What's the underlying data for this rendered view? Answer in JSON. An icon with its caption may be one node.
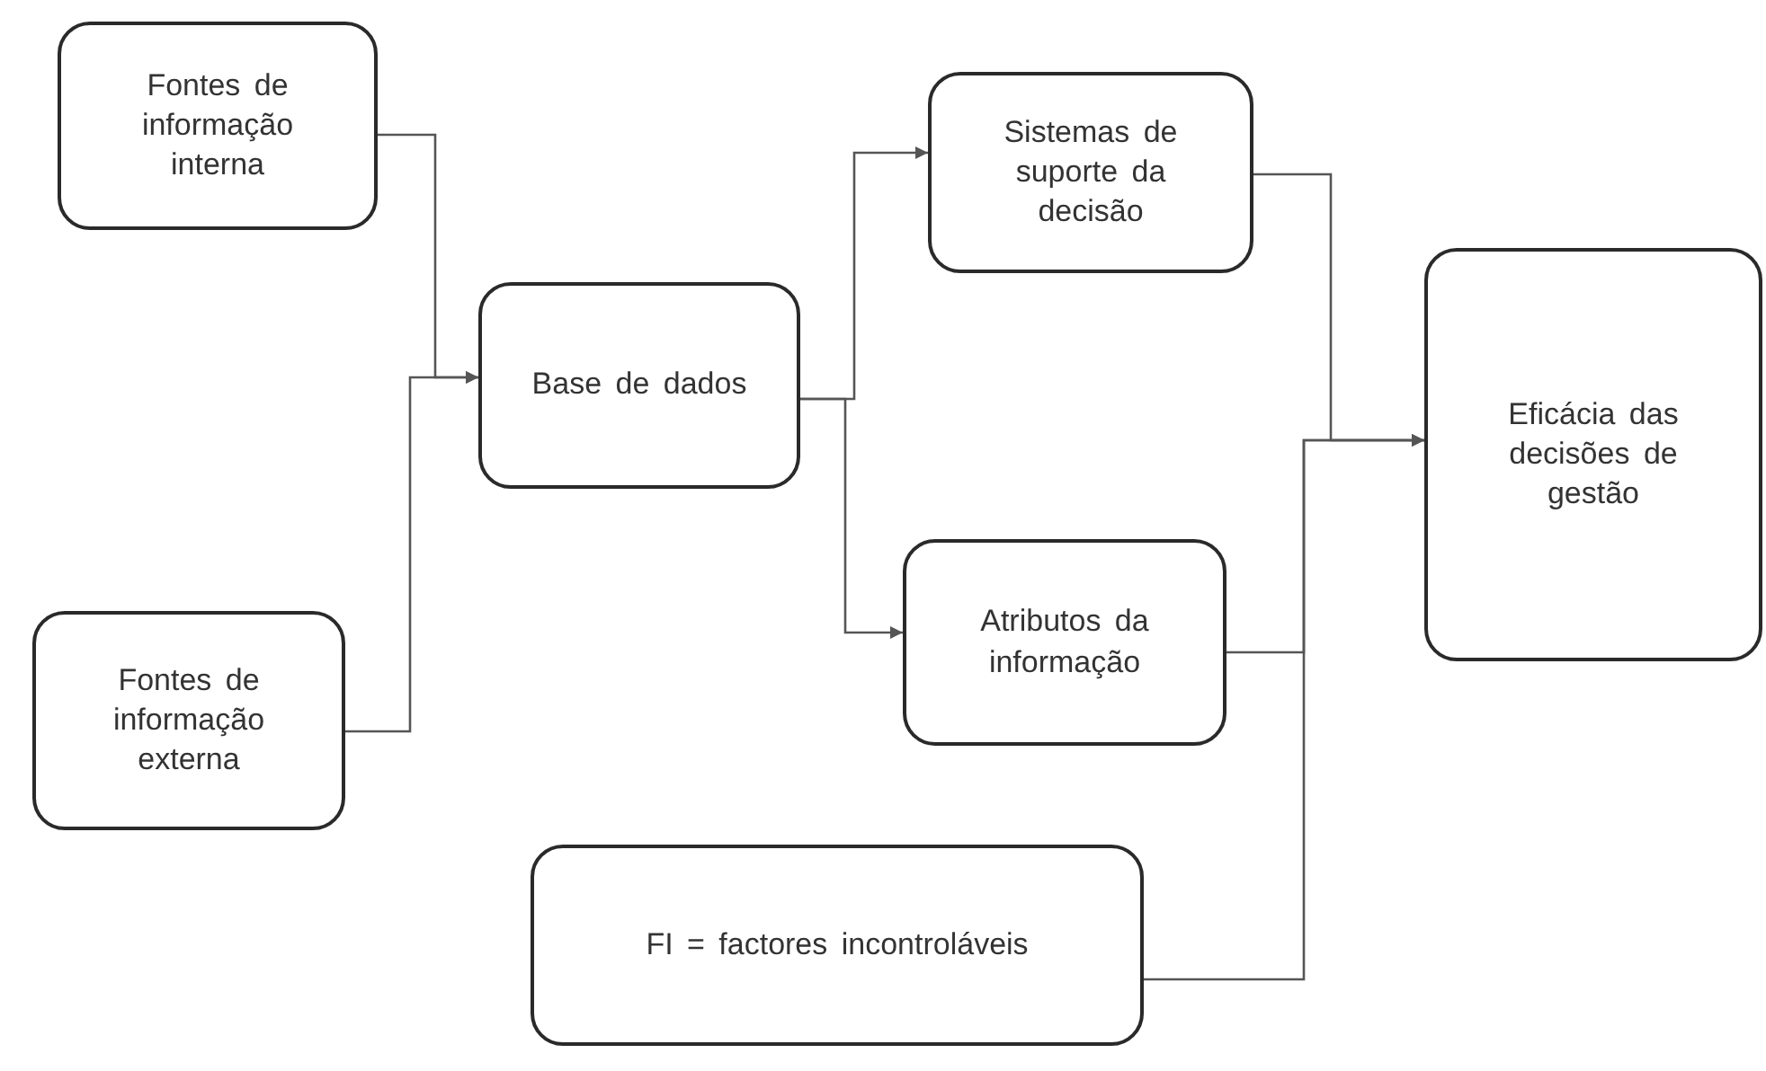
{
  "diagram": {
    "nodes": [
      {
        "text": [
          "Fontes de informação interna"
        ]
      },
      {
        "text": [
          "Fontes de informação externa"
        ]
      },
      {
        "text": [
          "Base de dados"
        ]
      },
      {
        "text": [
          "Sistemas de suporte da decisão"
        ]
      },
      {
        "text": [
          "Atributos da informação"
        ]
      },
      {
        "text": [
          "Eficácia das decisões de gestão"
        ]
      },
      {
        "text": [
          "FI = factores incontroláveis"
        ]
      }
    ],
    "edges": [
      {
        "from": 0,
        "to": 2,
        "arrow": "to"
      },
      {
        "from": 1,
        "to": 2,
        "arrow": "to"
      },
      {
        "from": 2,
        "to": 3,
        "arrow": "to"
      },
      {
        "from": 2,
        "to": 4,
        "arrow": "to"
      },
      {
        "from": 3,
        "to": 5,
        "arrow": "to"
      },
      {
        "from": 4,
        "to": 5,
        "arrow": "to"
      },
      {
        "from": 6,
        "to": 5,
        "arrow": "to"
      }
    ]
  }
}
